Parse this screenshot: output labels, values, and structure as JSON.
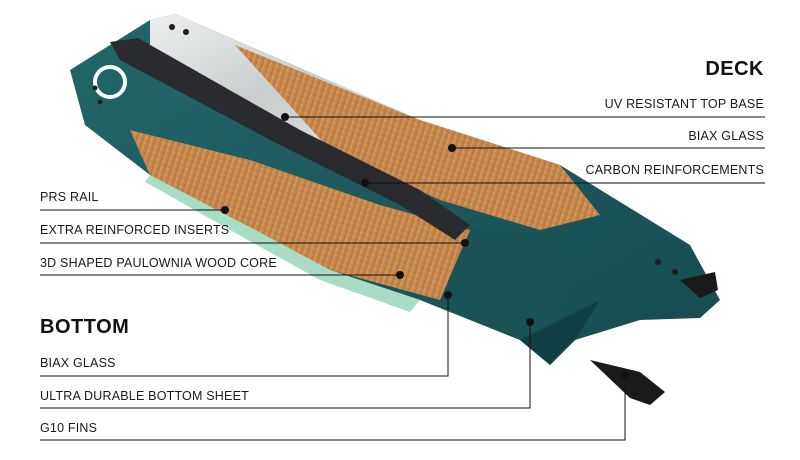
{
  "headings": {
    "deck": "DECK",
    "bottom": "BOTTOM"
  },
  "deck_callouts": [
    "UV RESISTANT TOP BASE",
    "BIAX GLASS",
    "CARBON REINFORCEMENTS"
  ],
  "side_callouts": [
    "PRS RAIL",
    "EXTRA REINFORCED INSERTS",
    "3D SHAPED PAULOWNIA WOOD CORE"
  ],
  "bottom_callouts": [
    "BIAX GLASS",
    "ULTRA DURABLE BOTTOM SHEET",
    "G10 FINS"
  ],
  "colors": {
    "teal": "#1d5a5e",
    "teal_dark": "#123f43",
    "wood": "#c98a4e",
    "wood_light": "#dca46a",
    "carbon": "#2a2b2e",
    "top_base": "#d9dcdc",
    "rail_green": "#a9dcc4"
  }
}
